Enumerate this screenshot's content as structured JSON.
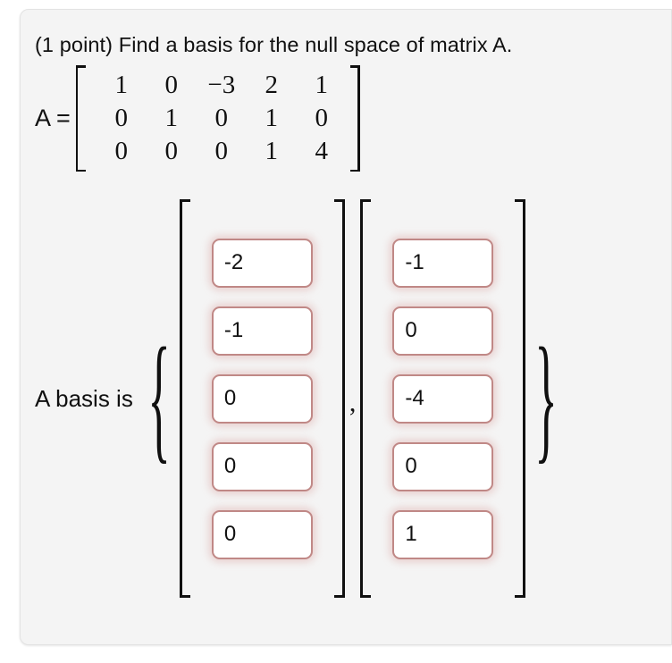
{
  "problem": {
    "points_label": "(1 point)",
    "prompt": "(1 point) Find a basis for the null space of matrix A."
  },
  "matrix": {
    "label": "A =",
    "bracket_left": "[",
    "bracket_right": "]",
    "rows": [
      [
        "1",
        "0",
        "−3",
        "2",
        "1"
      ],
      [
        "0",
        "1",
        "0",
        "1",
        "0"
      ],
      [
        "0",
        "0",
        "0",
        "1",
        "4"
      ]
    ]
  },
  "answer": {
    "label": "A basis is",
    "brace_open": "{",
    "brace_close": "}",
    "separator": ",",
    "vectors": [
      {
        "name": "basis-vector-1",
        "values": [
          "-2",
          "-1",
          "0",
          "0",
          "0"
        ]
      },
      {
        "name": "basis-vector-2",
        "values": [
          "-1",
          "0",
          "-4",
          "0",
          "1"
        ]
      }
    ]
  },
  "colors": {
    "card_background": "#f4f4f4",
    "card_border": "#e3e3e3",
    "field_border": "#c08886",
    "field_glow": "#d89694",
    "text": "#101010"
  }
}
